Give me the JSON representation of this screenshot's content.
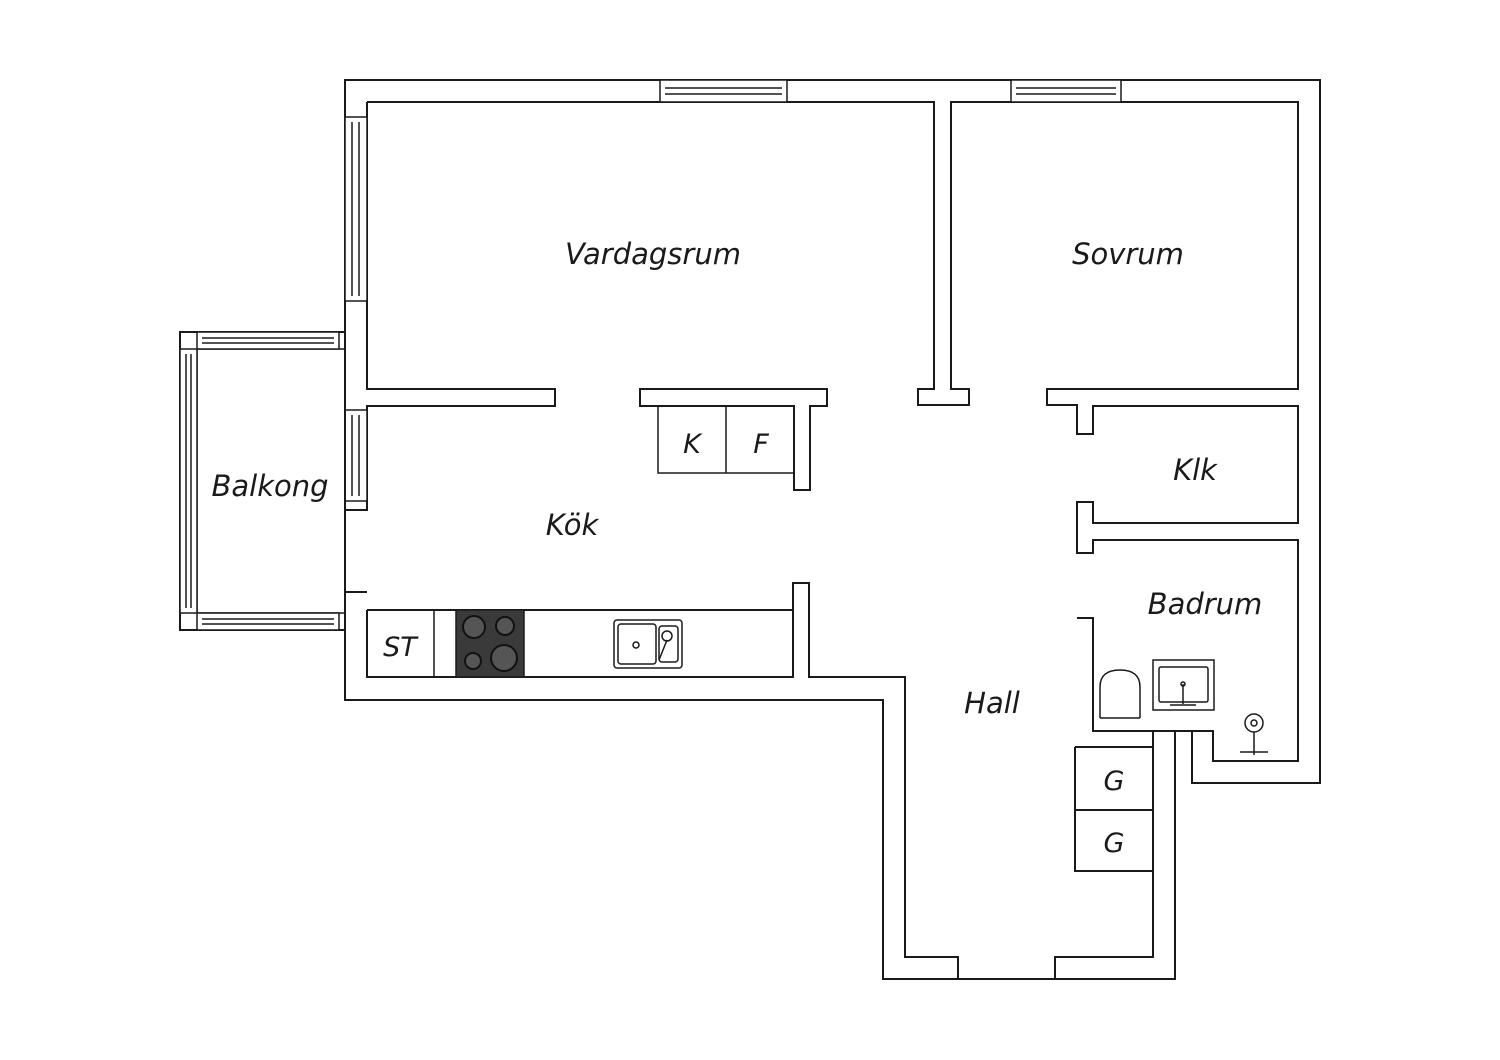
{
  "rooms": {
    "vardagsrum": "Vardagsrum",
    "sovrum": "Sovrum",
    "balkong": "Balkong",
    "kok": "Kök",
    "klk": "Klk",
    "badrum": "Badrum",
    "hall": "Hall"
  },
  "fixtures": {
    "kyl": "K",
    "frys": "F",
    "stove_cabinet": "ST",
    "garderob_1": "G",
    "garderob_2": "G"
  },
  "colors": {
    "stroke": "#1a1a1a",
    "stove": "#3a3a3a",
    "background": "#ffffff"
  }
}
